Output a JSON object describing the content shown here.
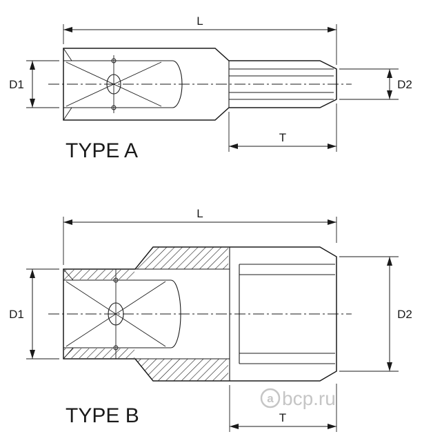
{
  "figures": {
    "type_a": {
      "title": "TYPE A",
      "dim_length": "L",
      "dim_left_diameter": "D1",
      "dim_right_diameter": "D2",
      "dim_socket_depth": "T"
    },
    "type_b": {
      "title": "TYPE B",
      "dim_length": "L",
      "dim_left_diameter": "D1",
      "dim_right_diameter": "D2",
      "dim_socket_depth": "T"
    }
  },
  "watermark": {
    "logo_letter": "a",
    "text": "bcp.ru"
  },
  "colors": {
    "line": "#1a1a1a",
    "watermark": "#c2c2c2",
    "background": "#ffffff"
  }
}
